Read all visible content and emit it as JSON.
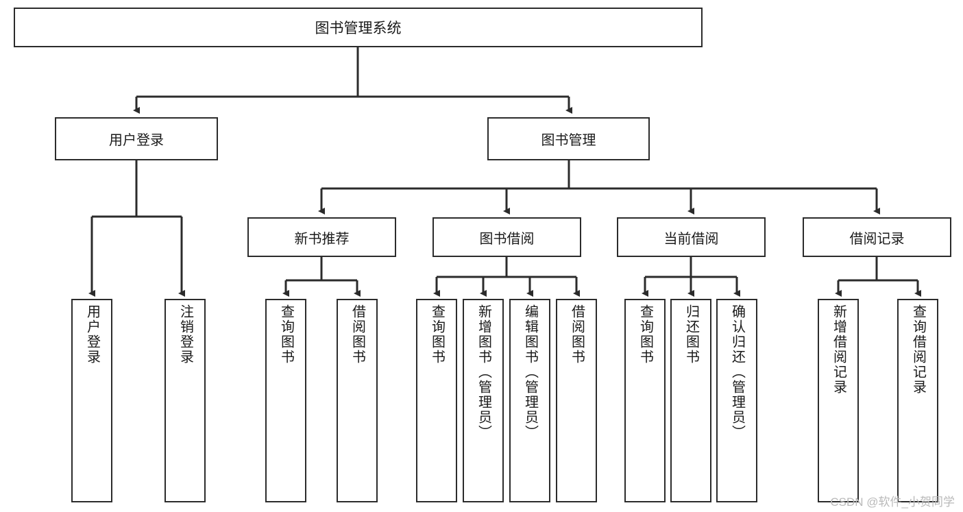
{
  "diagram": {
    "title": "图书管理系统",
    "watermark": "CSDN @软件_小贺同学",
    "nodes": {
      "root": {
        "label": "图书管理系统"
      },
      "level2": [
        {
          "id": "user-login",
          "label": "用户登录"
        },
        {
          "id": "book-management",
          "label": "图书管理"
        }
      ],
      "level3": [
        {
          "id": "new-book-recommend",
          "label": "新书推荐"
        },
        {
          "id": "book-borrow",
          "label": "图书借阅"
        },
        {
          "id": "current-borrow",
          "label": "当前借阅"
        },
        {
          "id": "borrow-record",
          "label": "借阅记录"
        }
      ],
      "leaves": {
        "user_login": [
          {
            "id": "leaf-user-login",
            "label": "用户登录"
          },
          {
            "id": "leaf-logout-login",
            "label": "注销登录"
          }
        ],
        "new_book_recommend": [
          {
            "id": "leaf-query-book-1",
            "label": "查询图书"
          },
          {
            "id": "leaf-borrow-book-1",
            "label": "借阅图书"
          }
        ],
        "book_borrow": [
          {
            "id": "leaf-query-book-2",
            "label": "查询图书"
          },
          {
            "id": "leaf-add-book",
            "label": "新增图书（管理员）"
          },
          {
            "id": "leaf-edit-book",
            "label": "编辑图书（管理员）"
          },
          {
            "id": "leaf-borrow-book-2",
            "label": "借阅图书"
          }
        ],
        "current_borrow": [
          {
            "id": "leaf-query-book-3",
            "label": "查询图书"
          },
          {
            "id": "leaf-return-book",
            "label": "归还图书"
          },
          {
            "id": "leaf-confirm-return",
            "label": "确认归还（管理员）"
          }
        ],
        "borrow_record": [
          {
            "id": "leaf-add-record",
            "label": "新增借阅记录"
          },
          {
            "id": "leaf-query-record",
            "label": "查询借阅记录"
          }
        ]
      }
    },
    "colors": {
      "stroke": "#2b2b2b",
      "fill": "#ffffff",
      "text": "#1a1a1a",
      "watermark": "#b9b9b9"
    }
  }
}
